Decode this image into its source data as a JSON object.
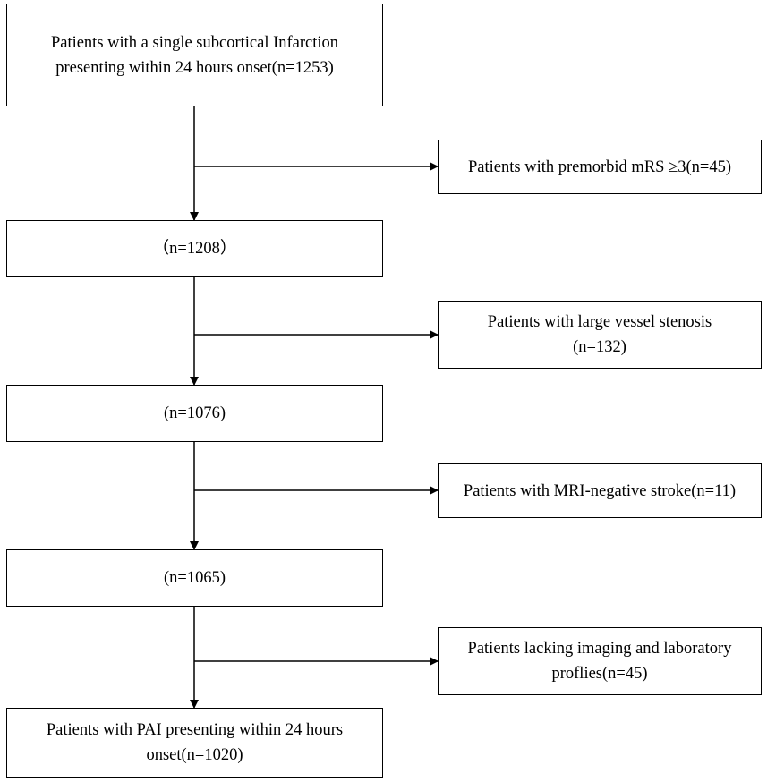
{
  "flowchart": {
    "main_boxes": [
      {
        "text": "Patients with a single subcortical Infarction\npresenting within  24 hours onset(n=1253)"
      },
      {
        "text": "（n=1208）"
      },
      {
        "text": "(n=1076)"
      },
      {
        "text": "(n=1065)"
      },
      {
        "text": "Patients with PAI presenting within  24 hours\nonset(n=1020)"
      }
    ],
    "exclusion_boxes": [
      {
        "text": "Patients with premorbid mRS ≥3(n=45)"
      },
      {
        "text": "Patients with large vessel stenosis\n(n=132)"
      },
      {
        "text": "Patients with MRI-negative stroke(n=11)"
      },
      {
        "text": "Patients lacking  imaging and laboratory\nproflies(n=45)"
      }
    ]
  },
  "colors": {
    "line": "#000000",
    "box_border": "#000000",
    "background": "#ffffff"
  }
}
